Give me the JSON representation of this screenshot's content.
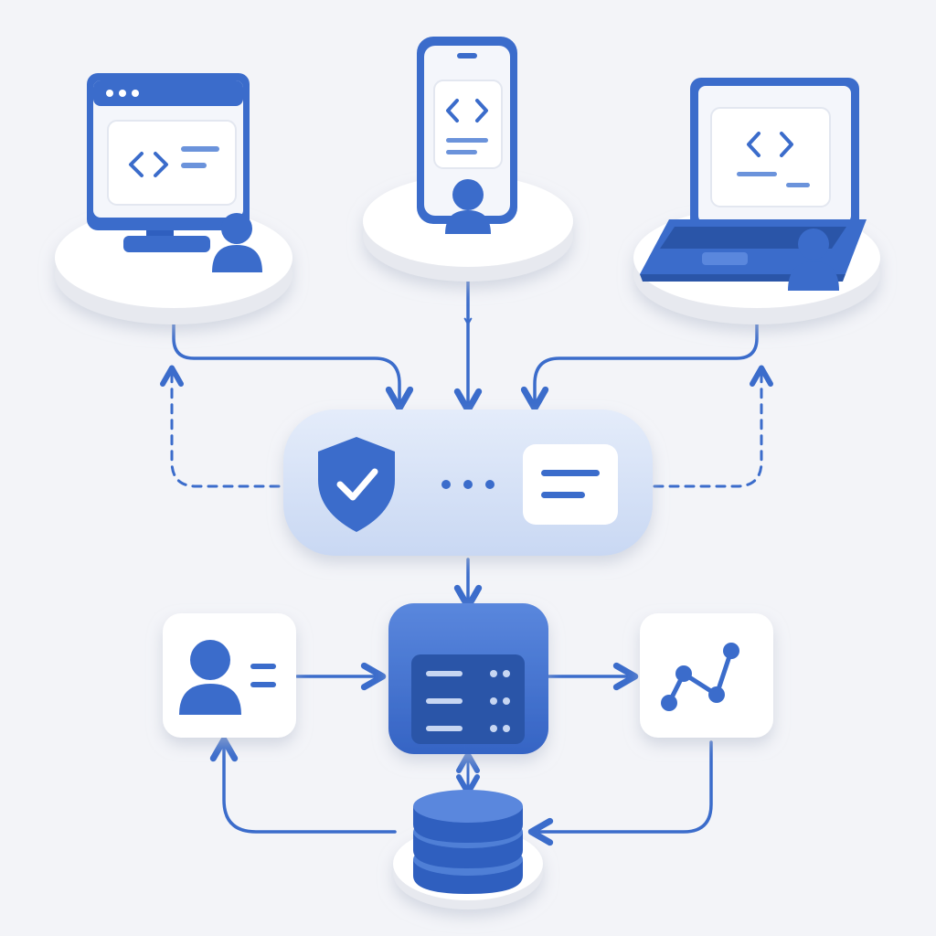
{
  "colors": {
    "background": "#f3f4f8",
    "primary": "#3b6ccb",
    "primary_dark": "#2a55a8",
    "primary_light": "#c7d6f2",
    "hub_fill": "#d5e1f6",
    "white": "#ffffff",
    "shadow": "#d8dce6"
  },
  "diagram": {
    "clients": [
      {
        "id": "desktop",
        "icon": "desktop-monitor-icon",
        "screen_icon": "code-brackets-icon",
        "user_icon": "user-avatar-icon"
      },
      {
        "id": "mobile",
        "icon": "mobile-phone-icon",
        "screen_icon": "code-brackets-icon",
        "user_icon": "user-avatar-icon"
      },
      {
        "id": "laptop",
        "icon": "laptop-icon",
        "screen_icon": "code-brackets-icon",
        "user_icon": "user-avatar-icon"
      }
    ],
    "gateway": {
      "icons": [
        "shield-check-icon",
        "ellipsis-icon",
        "message-lines-icon"
      ]
    },
    "services": [
      {
        "id": "user-profile",
        "icon": "user-profile-icon"
      },
      {
        "id": "server",
        "icon": "server-stack-icon"
      },
      {
        "id": "analytics",
        "icon": "line-chart-icon"
      }
    ],
    "storage": {
      "icon": "database-icon"
    },
    "connections": [
      {
        "from": "desktop",
        "to": "gateway",
        "style": "solid"
      },
      {
        "from": "mobile",
        "to": "gateway",
        "style": "solid"
      },
      {
        "from": "laptop",
        "to": "gateway",
        "style": "solid"
      },
      {
        "from": "gateway",
        "to": "desktop",
        "style": "dashed"
      },
      {
        "from": "gateway",
        "to": "laptop",
        "style": "dashed"
      },
      {
        "from": "gateway",
        "to": "server",
        "style": "solid"
      },
      {
        "from": "user-profile",
        "to": "server",
        "style": "solid"
      },
      {
        "from": "server",
        "to": "analytics",
        "style": "solid"
      },
      {
        "from": "server",
        "to": "database",
        "style": "bidirectional"
      },
      {
        "from": "database",
        "to": "user-profile",
        "style": "solid"
      },
      {
        "from": "analytics",
        "to": "database",
        "style": "solid"
      }
    ]
  }
}
